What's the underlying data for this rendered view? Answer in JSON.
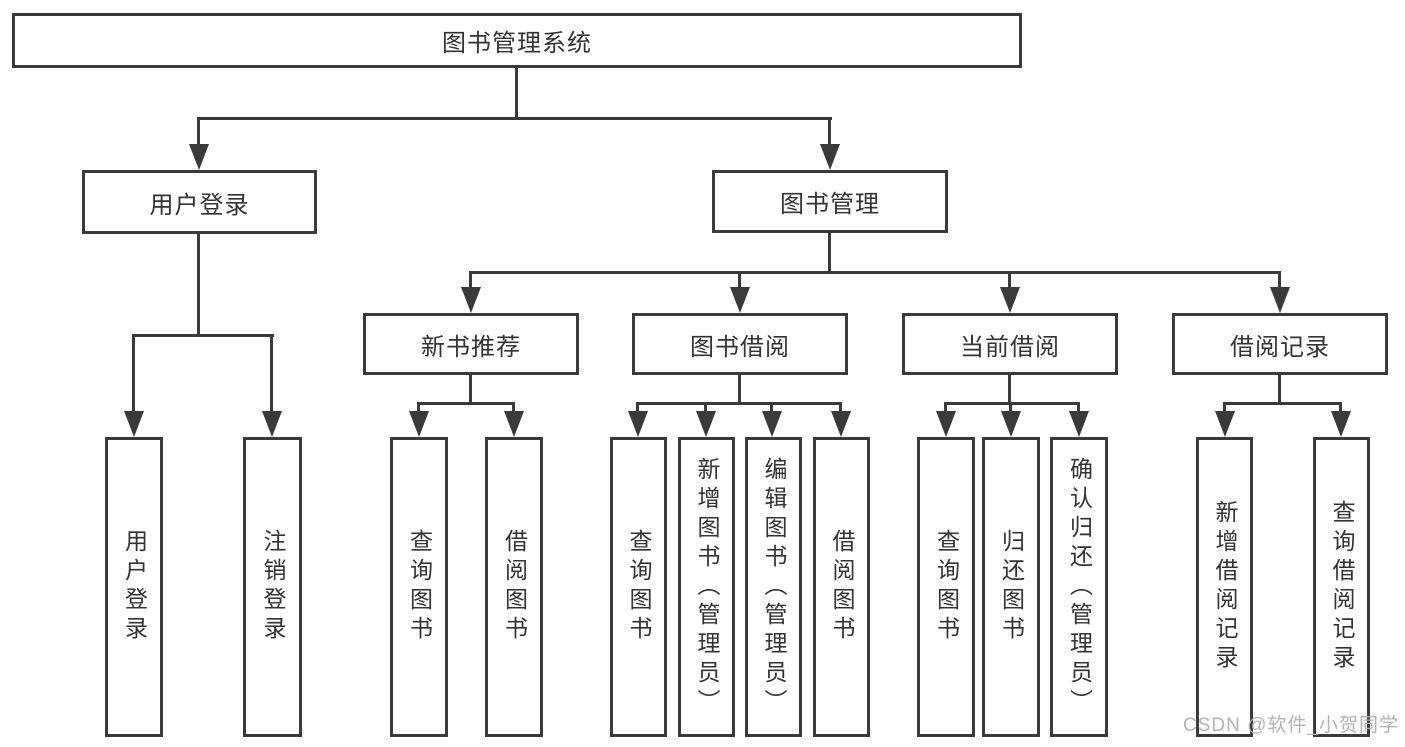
{
  "diagram": {
    "title": "图书管理系统",
    "root": {
      "label": "图书管理系统"
    },
    "level2": [
      {
        "label": "用户登录"
      },
      {
        "label": "图书管理"
      }
    ],
    "level3": [
      {
        "label": "新书推荐",
        "parent": "图书管理"
      },
      {
        "label": "图书借阅",
        "parent": "图书管理"
      },
      {
        "label": "当前借阅",
        "parent": "图书管理"
      },
      {
        "label": "借阅记录",
        "parent": "图书管理"
      }
    ],
    "leaves": [
      {
        "label": "用户登录",
        "parent": "用户登录"
      },
      {
        "label": "注销登录",
        "parent": "用户登录"
      },
      {
        "label": "查询图书",
        "parent": "新书推荐"
      },
      {
        "label": "借阅图书",
        "parent": "新书推荐"
      },
      {
        "label": "查询图书",
        "parent": "图书借阅"
      },
      {
        "label": "新增图书（管理员）",
        "parent": "图书借阅"
      },
      {
        "label": "编辑图书（管理员）",
        "parent": "图书借阅"
      },
      {
        "label": "借阅图书",
        "parent": "图书借阅"
      },
      {
        "label": "查询图书",
        "parent": "当前借阅"
      },
      {
        "label": "归还图书",
        "parent": "当前借阅"
      },
      {
        "label": "确认归还（管理员）",
        "parent": "当前借阅"
      },
      {
        "label": "新增借阅记录",
        "parent": "借阅记录"
      },
      {
        "label": "查询借阅记录",
        "parent": "借阅记录"
      }
    ]
  },
  "watermark": {
    "text": "CSDN @软件_小贺同学"
  },
  "colors": {
    "line": "#3a3a3a",
    "box_border": "#3a3a3a",
    "text": "#333333",
    "watermark": "#b3b3b3",
    "background": "#ffffff"
  }
}
